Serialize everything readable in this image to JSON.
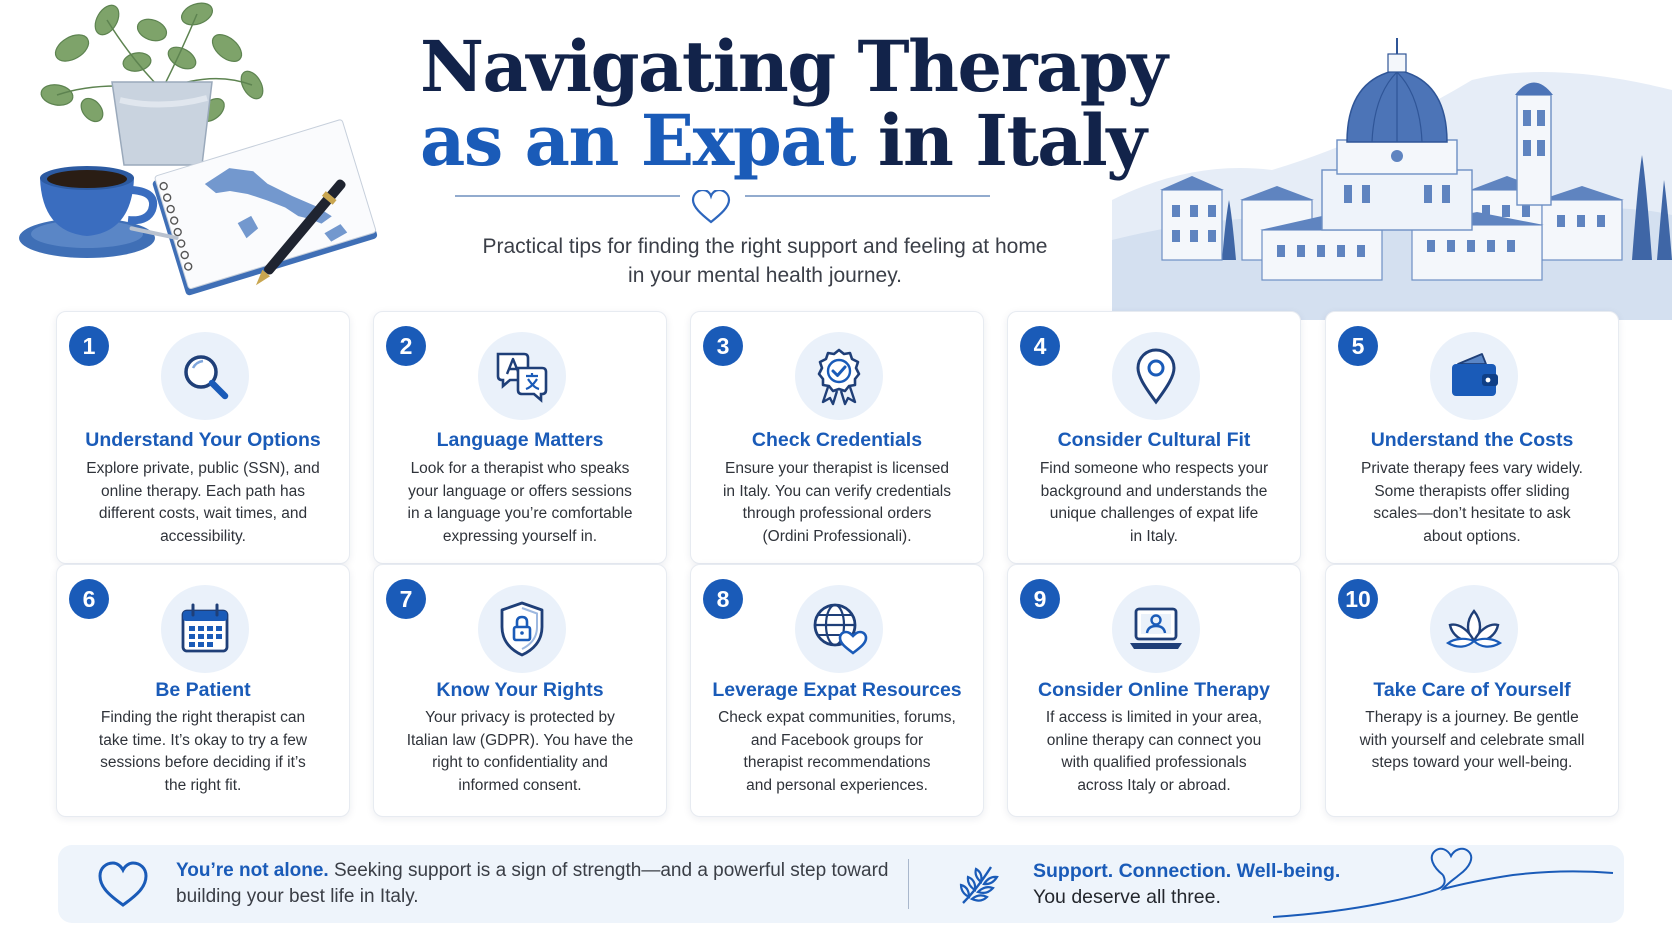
{
  "header": {
    "title_line1": "Navigating Therapy",
    "title_line2_accent1": "as an ",
    "title_line2_accent2": "Expat",
    "title_line2_rest": " in Italy",
    "subtitle_line1": "Practical tips for finding the right support and feeling at home",
    "subtitle_line2": "in your mental health journey."
  },
  "tips": [
    {
      "number": "1",
      "icon": "magnifier-icon",
      "title": "Understand Your Options",
      "lines": [
        "Explore private, public (SSN), and",
        "online therapy. Each path has",
        "different costs, wait times, and",
        "accessibility."
      ]
    },
    {
      "number": "2",
      "icon": "translate-icon",
      "title": "Language Matters",
      "lines": [
        "Look for a therapist who speaks",
        "your language or offers sessions",
        "in a language you’re comfortable",
        "expressing yourself in."
      ]
    },
    {
      "number": "3",
      "icon": "badge-check-icon",
      "title": "Check Credentials",
      "lines": [
        "Ensure your therapist is licensed",
        "in Italy. You can verify credentials",
        "through professional orders",
        "(Ordini Professionali)."
      ]
    },
    {
      "number": "4",
      "icon": "location-pin-icon",
      "title": "Consider Cultural Fit",
      "lines": [
        "Find someone who respects your",
        "background and understands the",
        "unique challenges of expat life",
        "in Italy."
      ]
    },
    {
      "number": "5",
      "icon": "wallet-icon",
      "title": "Understand the Costs",
      "lines": [
        "Private therapy fees vary widely.",
        "Some therapists offer sliding",
        "scales—don’t hesitate to ask",
        "about options."
      ]
    },
    {
      "number": "6",
      "icon": "calendar-icon",
      "title": "Be Patient",
      "lines": [
        "Finding the right therapist can",
        "take time. It’s okay to try a few",
        "sessions before deciding if it’s",
        "the right fit."
      ]
    },
    {
      "number": "7",
      "icon": "shield-lock-icon",
      "title": "Know Your Rights",
      "lines": [
        "Your privacy is protected by",
        "Italian law (GDPR). You have the",
        "right to confidentiality and",
        "informed consent."
      ]
    },
    {
      "number": "8",
      "icon": "globe-heart-icon",
      "title": "Leverage Expat Resources",
      "lines": [
        "Check expat communities, forums,",
        "and Facebook groups for",
        "therapist recommendations",
        "and personal experiences."
      ]
    },
    {
      "number": "9",
      "icon": "laptop-user-icon",
      "title": "Consider Online Therapy",
      "lines": [
        "If access is limited in your area,",
        "online therapy can connect you",
        "with qualified professionals",
        "across Italy or abroad."
      ]
    },
    {
      "number": "10",
      "icon": "lotus-icon",
      "title": "Take Care of Yourself",
      "lines": [
        "Therapy is a journey. Be gentle",
        "with yourself and celebrate small",
        "steps toward your well-being."
      ]
    }
  ],
  "footer": {
    "left_strong": "You’re not alone.",
    "left_text1": " Seeking support is a sign of strength—and a powerful step toward",
    "left_text2": "building your best life in Italy.",
    "right_strong": "Support. Connection. Well-being.",
    "right_sub": "You deserve all three."
  },
  "colors": {
    "accent": "#1a5bb8",
    "title_dark": "#12234a",
    "icon_bg": "#eaf1fa",
    "footer_bg": "#eef4fb"
  }
}
